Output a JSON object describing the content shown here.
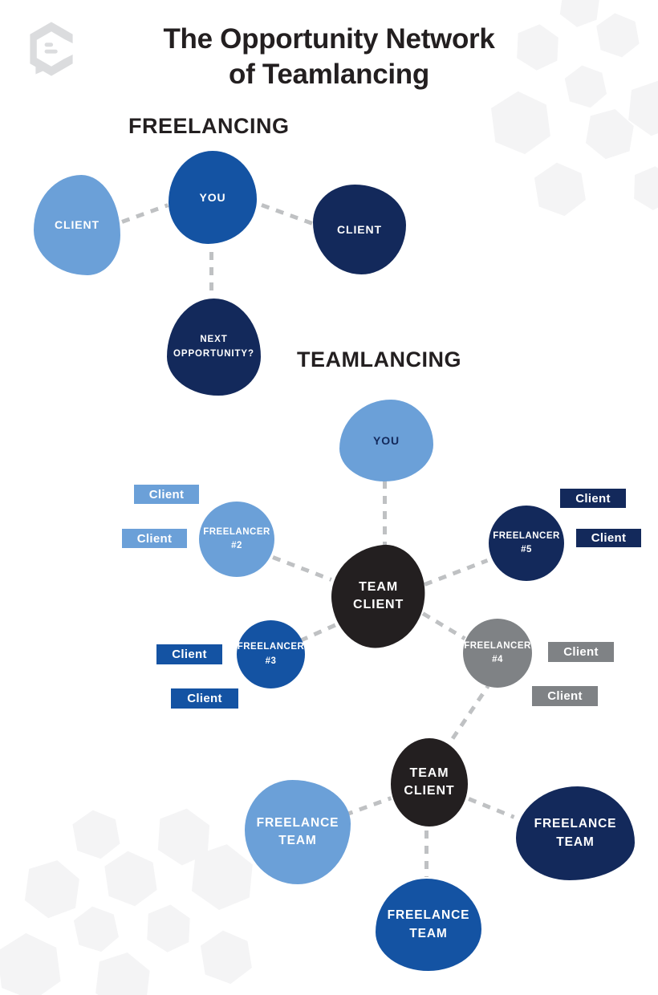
{
  "header": {
    "title": "The Opportunity Network\nof Teamlancing"
  },
  "logo": {
    "icon": "clearvoice-hexagon-speech-bubble"
  },
  "freelancing": {
    "heading": "FREELANCING",
    "nodes": {
      "client_left": "CLIENT",
      "you": "YOU",
      "client_right": "CLIENT",
      "next_opportunity": "NEXT\nOPPORTUNITY?"
    }
  },
  "teamlancing": {
    "heading": "TEAMLANCING",
    "you": "YOU",
    "team_client_top": "TEAM\nCLIENT",
    "team_client_bottom": "TEAM\nCLIENT",
    "freelancers": [
      {
        "label": "FREELANCER\n#2",
        "color": "#6BA0D8",
        "clients": [
          "Client",
          "Client"
        ]
      },
      {
        "label": "FREELANCER\n#3",
        "color": "#1453A3",
        "clients": [
          "Client",
          "Client"
        ]
      },
      {
        "label": "FREELANCER\n#4",
        "color": "#7F8285",
        "clients": [
          "Client",
          "Client"
        ]
      },
      {
        "label": "FREELANCER\n#5",
        "color": "#13295B",
        "clients": [
          "Client",
          "Client"
        ]
      }
    ],
    "freelance_teams": [
      {
        "label": "FREELANCE\nTEAM",
        "color": "#6BA0D8"
      },
      {
        "label": "FREELANCE\nTEAM",
        "color": "#13295B"
      },
      {
        "label": "FREELANCE\nTEAM",
        "color": "#1453A3"
      }
    ]
  },
  "colors": {
    "light_blue": "#6BA0D8",
    "blue": "#1453A3",
    "navy": "#13295B",
    "black": "#231F20",
    "gray": "#7F8285",
    "hexagon_bg": "#F4F4F5",
    "logo_gray": "#DBDCDE",
    "dash_gray": "#BFC1C3"
  }
}
